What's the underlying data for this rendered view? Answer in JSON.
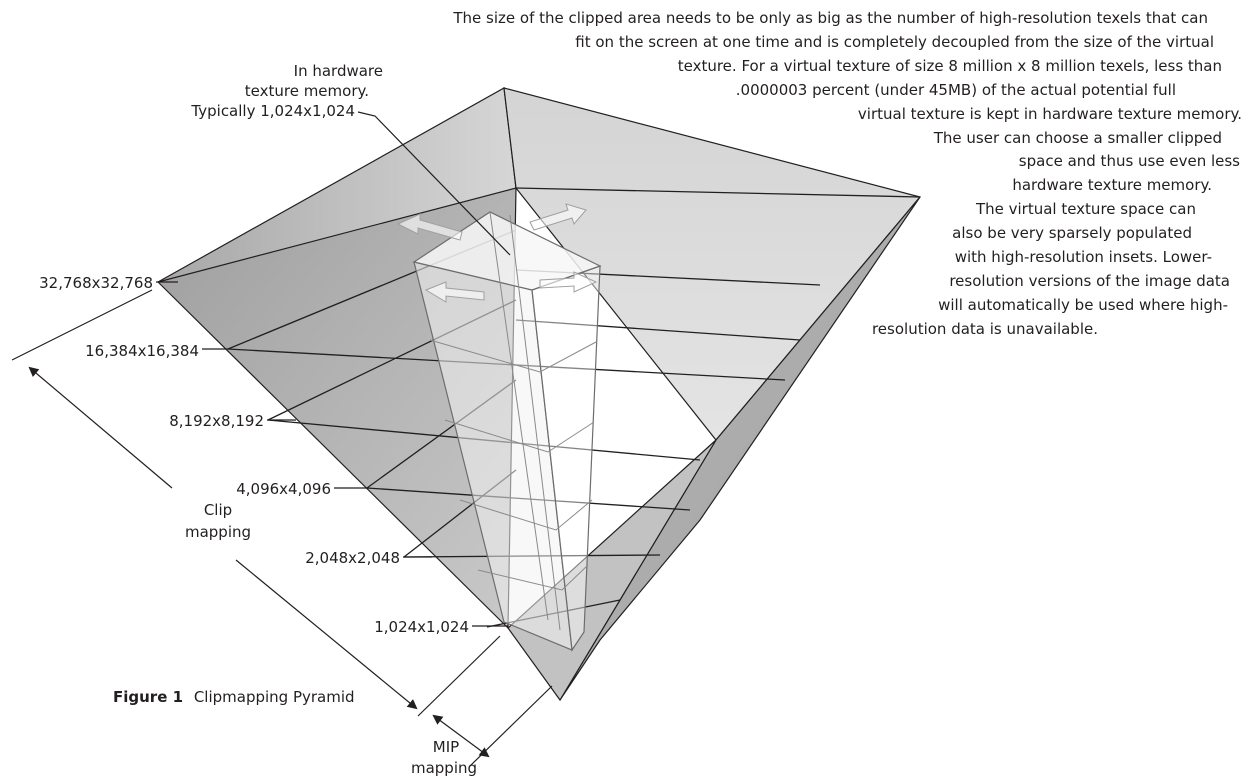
{
  "annotation": {
    "lines": [
      "The size of the clipped area needs to be only as big as the number of high-resolution texels that can",
      "fit on the screen at one time and is completely decoupled from the size of the virtual",
      "texture. For a virtual texture of size 8 million x 8 million texels, less than",
      ".0000003 percent (under 45MB) of the actual potential full",
      "virtual texture is kept in hardware texture memory.",
      "The user can choose a smaller clipped",
      "space and thus use even less",
      "hardware texture memory.",
      "The virtual texture space can",
      "also be very sparsely populated",
      "with high-resolution insets. Lower-",
      "resolution versions of the image data",
      "will automatically be used where high-",
      "resolution data is unavailable."
    ]
  },
  "hardware_label": {
    "lines": [
      "In hardware",
      "texture memory.",
      "Typically 1,024x1,024"
    ]
  },
  "levels": [
    "32,768x32,768",
    "16,384x16,384",
    "8,192x8,192",
    "4,096x4,096",
    "2,048x2,048",
    "1,024x1,024"
  ],
  "clip_label": [
    "Clip",
    "mapping"
  ],
  "mip_label": [
    "MIP",
    "mapping"
  ],
  "caption": {
    "label": "Figure 1",
    "title": "Clipmapping Pyramid"
  },
  "colors": {
    "line": "#231f20",
    "left_face": "#b9b9b9",
    "back_face": "#d0d0d0",
    "top_face": "#c8c8c8",
    "column": "#ececec"
  }
}
